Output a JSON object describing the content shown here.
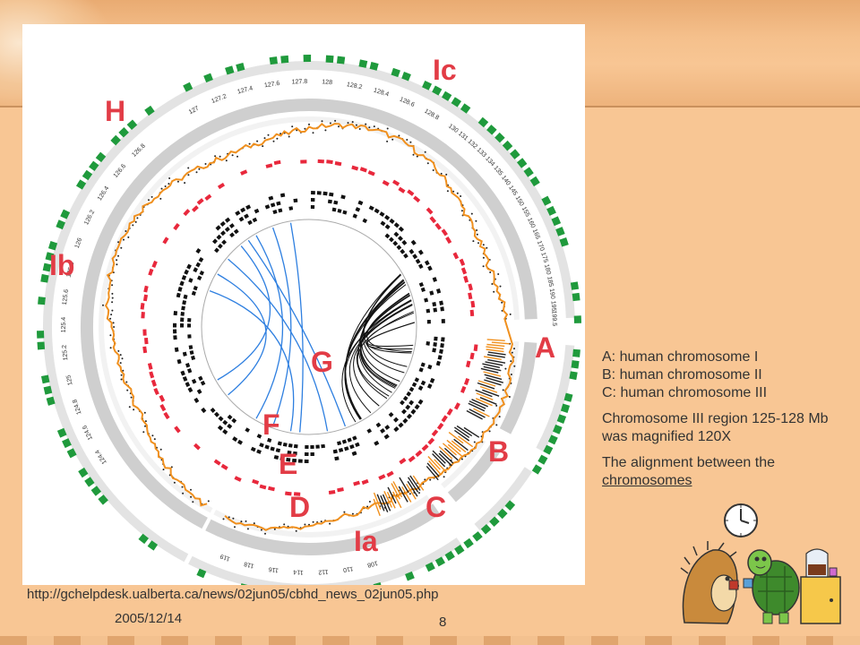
{
  "slide": {
    "caption": {
      "line_a": "A: human chromosome I",
      "line_b": "B: human chromosome II",
      "line_c": "C: human chromosome III",
      "para2": "Chromosome III region 125-128 Mb was magnified 120X",
      "para3_text": "The alignment between the ",
      "para3_link": "chromosomes"
    },
    "footer": {
      "url": "http://gchelpdesk.ualberta.ca/news/02jun05/cbhd_news_02jun05.php",
      "date": "2005/12/14",
      "page_number": "8"
    }
  },
  "figure": {
    "region_labels": [
      "A",
      "B",
      "C",
      "D",
      "E",
      "F",
      "G",
      "H",
      "Ia",
      "Ib",
      "Ic"
    ],
    "ticks_top": [
      "127",
      "127.2",
      "127.4",
      "127.6",
      "127.8",
      "128",
      "128.2",
      "128.4",
      "128.6",
      "128.8"
    ],
    "ticks_left": [
      "126.8",
      "126.6",
      "126.4",
      "126.2",
      "126",
      "125.8",
      "125.6",
      "125.4",
      "125.2",
      "125",
      "124.8",
      "124.6",
      "124.4"
    ],
    "ticks_right": [
      "130",
      "131",
      "132",
      "133",
      "134",
      "135",
      "140",
      "145",
      "150",
      "155",
      "160",
      "165",
      "170",
      "175",
      "180",
      "185",
      "190",
      "195",
      "199.5"
    ],
    "ticks_bottom": [
      "119",
      "118",
      "116",
      "114",
      "112",
      "110",
      "108"
    ],
    "colors": {
      "red": "#e8283c",
      "orange": "#f0901e",
      "blue": "#2e7fe0",
      "green": "#1f9a3c",
      "label": "#e23c46"
    }
  },
  "icons": [
    "clock-icon",
    "hedgehog-turtle-coffee-illustration"
  ]
}
